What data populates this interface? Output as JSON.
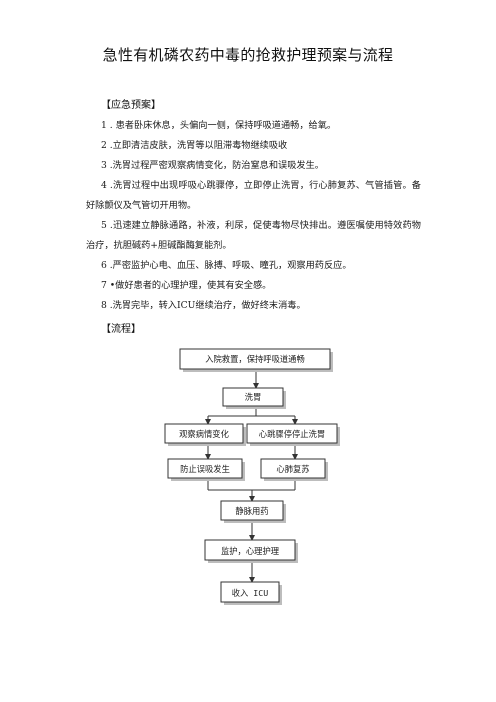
{
  "title": "急性有机磷农药中毒的抢救护理预案与流程",
  "emergency_plan": {
    "heading": "【应急预案】",
    "items": [
      "1 . 患者卧床休息，头偏向一侧，保持呼吸道通畅，给氧。",
      "2 .立即清洁皮肤，洗胃等以阻滞毒物继续吸收",
      "3 .洗胃过程严密观察病情变化，防治窒息和误吸发生。",
      "4 .洗胃过程中出现呼吸心跳骤停，立即停止洗胃，行心肺复苏、气管插管。备好除颤仪及气管切开用物。",
      "5 .迅速建立静脉通路，补液，利尿，促使毒物尽快排出。遵医嘱使用特效药物治疗，抗胆碱药+胆碱酯酶复能剂。",
      "6 .严密监护心电、血压、脉搏、呼吸、瞳孔，观察用药反应。",
      "7 •做好患者的心理护理，使其有安全感。",
      "8 .洗胃完毕，转入ICU继续治疗，做好终末消毒。"
    ]
  },
  "process": {
    "heading": "【流程】",
    "nodes": {
      "n1": "入院救置，保持呼吸道通畅",
      "n2": "洗胃",
      "n3": "观察病情变化",
      "n4": "心跳骤停停止洗胃",
      "n5": "防止误吸发生",
      "n6": "心肺复苏",
      "n7": "静脉用药",
      "n8": "监护，心理护理",
      "n9": "收入 ICU"
    }
  }
}
